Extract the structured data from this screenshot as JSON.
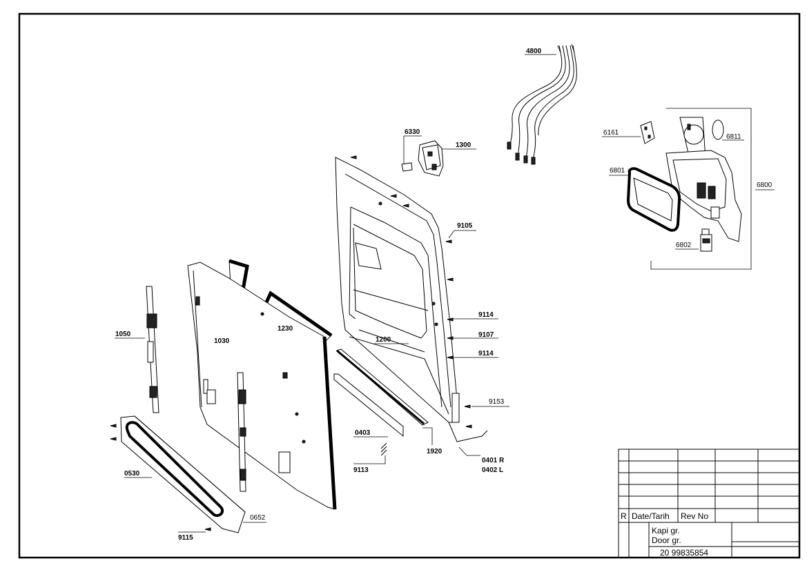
{
  "drawing": {
    "part_labels": [
      {
        "id": "4800",
        "text": "4800",
        "bold": true
      },
      {
        "id": "6330",
        "text": "6330",
        "bold": true
      },
      {
        "id": "1300",
        "text": "1300",
        "bold": true
      },
      {
        "id": "6161",
        "text": "6161",
        "bold": false
      },
      {
        "id": "6811",
        "text": "6811",
        "bold": false
      },
      {
        "id": "6801",
        "text": "6801",
        "bold": false
      },
      {
        "id": "6800",
        "text": "6800",
        "bold": false
      },
      {
        "id": "6802",
        "text": "6802",
        "bold": false
      },
      {
        "id": "9105",
        "text": "9105",
        "bold": true
      },
      {
        "id": "9114a",
        "text": "9114",
        "bold": true
      },
      {
        "id": "9107",
        "text": "9107",
        "bold": true
      },
      {
        "id": "9114b",
        "text": "9114",
        "bold": true
      },
      {
        "id": "1200",
        "text": "1200",
        "bold": true
      },
      {
        "id": "1230",
        "text": "1230",
        "bold": true
      },
      {
        "id": "1030",
        "text": "1030",
        "bold": true
      },
      {
        "id": "1050",
        "text": "1050",
        "bold": true
      },
      {
        "id": "9153",
        "text": "9153",
        "bold": false
      },
      {
        "id": "0403",
        "text": "0403",
        "bold": true
      },
      {
        "id": "1920",
        "text": "1920",
        "bold": true
      },
      {
        "id": "0401",
        "text": "0401 R",
        "bold": true
      },
      {
        "id": "0402",
        "text": "0402 L",
        "bold": true
      },
      {
        "id": "9113",
        "text": "9113",
        "bold": true
      },
      {
        "id": "0530",
        "text": "0530",
        "bold": true
      },
      {
        "id": "0652",
        "text": "0652",
        "bold": false
      },
      {
        "id": "9115",
        "text": "9115",
        "bold": true
      }
    ]
  },
  "title_block": {
    "rev_marker": "R",
    "date_header": "Date/Tarih",
    "rev_header": "Rev No",
    "title_line1": "Kapi gr.",
    "title_line2": "Door gr.",
    "drawing_number": "20 99835854"
  }
}
